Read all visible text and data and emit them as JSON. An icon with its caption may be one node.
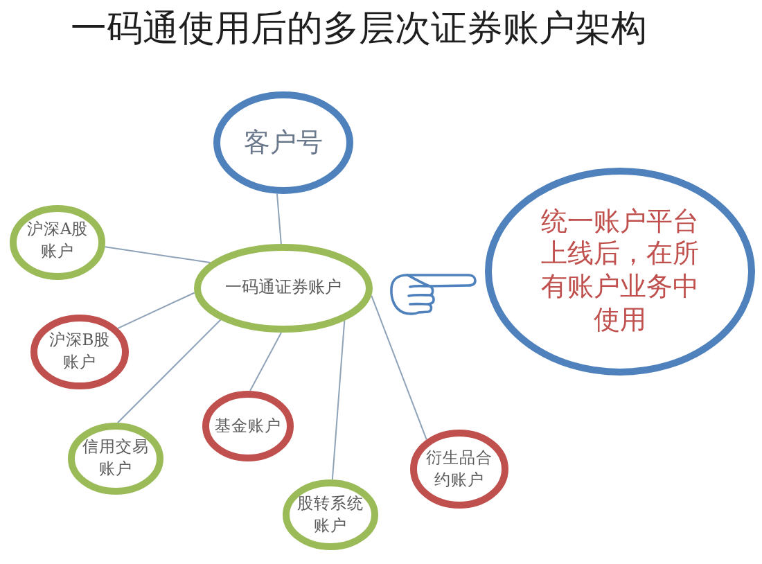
{
  "diagram": {
    "title": "一码通使用后的多层次证券账户架构",
    "nodes": [
      {
        "text": [
          "客户号"
        ]
      },
      {
        "text": [
          "沪深A股账户"
        ]
      },
      {
        "text": [
          "一码通证券账户"
        ]
      },
      {
        "text": [
          "统一账户平台上线后，在所有账户业务中使用"
        ]
      },
      {
        "text": [
          "沪深B股账户"
        ]
      },
      {
        "text": [
          "基金账户"
        ]
      },
      {
        "text": [
          "信用交易账户"
        ]
      },
      {
        "text": [
          "衍生品合约账户"
        ]
      },
      {
        "text": [
          "股转系统账户"
        ]
      }
    ],
    "edges": [
      {
        "from": 0,
        "to": 2,
        "arrow": "none"
      },
      {
        "from": 2,
        "to": 1,
        "arrow": "none"
      },
      {
        "from": 2,
        "to": 4,
        "arrow": "none"
      },
      {
        "from": 2,
        "to": 6,
        "arrow": "none"
      },
      {
        "from": 2,
        "to": 5,
        "arrow": "none"
      },
      {
        "from": 2,
        "to": 8,
        "arrow": "none"
      },
      {
        "from": 2,
        "to": 7,
        "arrow": "none"
      }
    ]
  }
}
